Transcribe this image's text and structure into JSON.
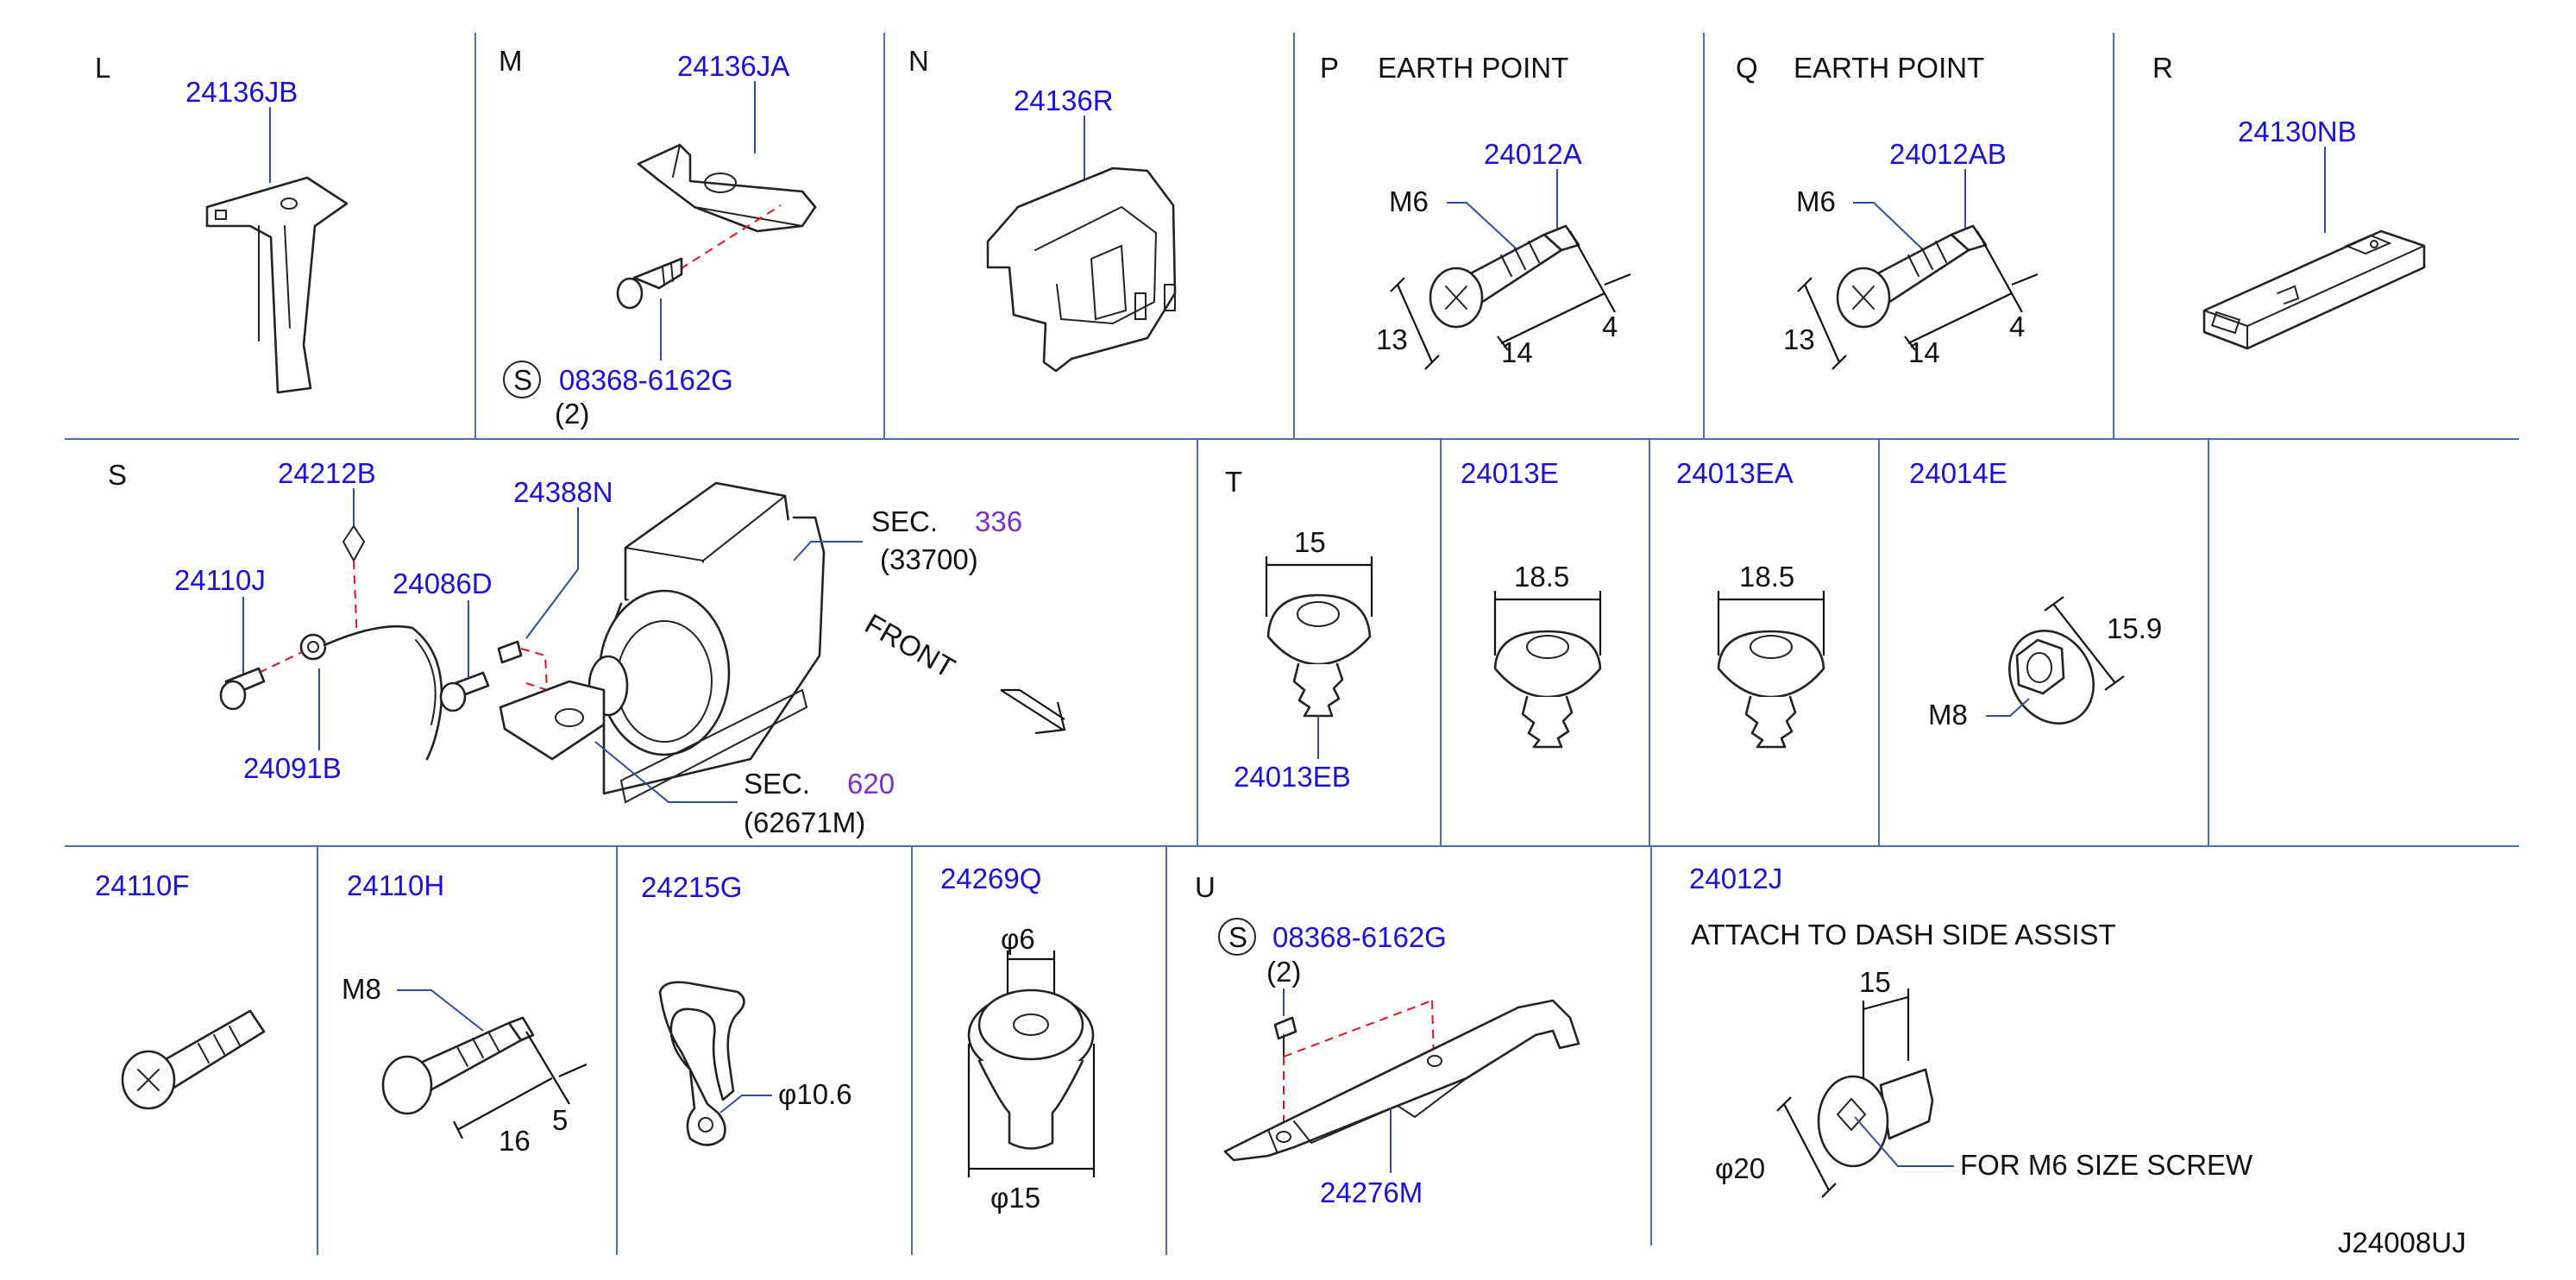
{
  "sections": {
    "L": "L",
    "M": "M",
    "N": "N",
    "P": "P",
    "Q": "Q",
    "R": "R",
    "S": "S",
    "T": "T",
    "U": "U",
    "p_title": "EARTH   POINT",
    "q_title": "EARTH   POINT"
  },
  "parts": {
    "p24136JB": "24136JB",
    "p24136JA": "24136JA",
    "p24136R": "24136R",
    "p24012A": "24012A",
    "p24012AB": "24012AB",
    "p24130NB": "24130NB",
    "p24212B": "24212B",
    "p24388N": "24388N",
    "p24110J": "24110J",
    "p24086D": "24086D",
    "p24091B": "24091B",
    "p24013E": "24013E",
    "p24013EA": "24013EA",
    "p24014E": "24014E",
    "p24013EB": "24013EB",
    "p24110F": "24110F",
    "p24110H": "24110H",
    "p24215G": "24215G",
    "p24269Q": "24269Q",
    "p24276M": "24276M",
    "p24012J": "24012J",
    "std_m": "08368-6162G",
    "std_u": "08368-6162G"
  },
  "std_symbol": "S",
  "qty": {
    "m": "(2)",
    "u": "(2)"
  },
  "sec_refs": {
    "sec336_prefix": "SEC.",
    "sec336_num": "336",
    "sec336_sub": "(33700)",
    "sec620_prefix": "SEC.",
    "sec620_num": "620",
    "sec620_sub": "(62671M)"
  },
  "front_label": "FRONT",
  "dims": {
    "p_m6": "M6",
    "p_13": "13",
    "p_14": "14",
    "p_4": "4",
    "q_m6": "M6",
    "q_13": "13",
    "q_14": "14",
    "q_4": "4",
    "t_15": "15",
    "e_185": "18.5",
    "ea_185": "18.5",
    "e14_159": "15.9",
    "e14_m8": "M8",
    "h_m8": "M8",
    "h_16": "16",
    "h_5": "5",
    "g_phi106": "φ10.6",
    "q_phi6": "φ6",
    "q_phi15": "φ15",
    "j_15": "15",
    "j_phi20": "φ20"
  },
  "notes": {
    "attach": "ATTACH   TO   DASH   SIDE   ASSIST",
    "for_m6": "FOR   M6   SIZE   SCREW"
  },
  "drawing_code": "J24008UJ"
}
